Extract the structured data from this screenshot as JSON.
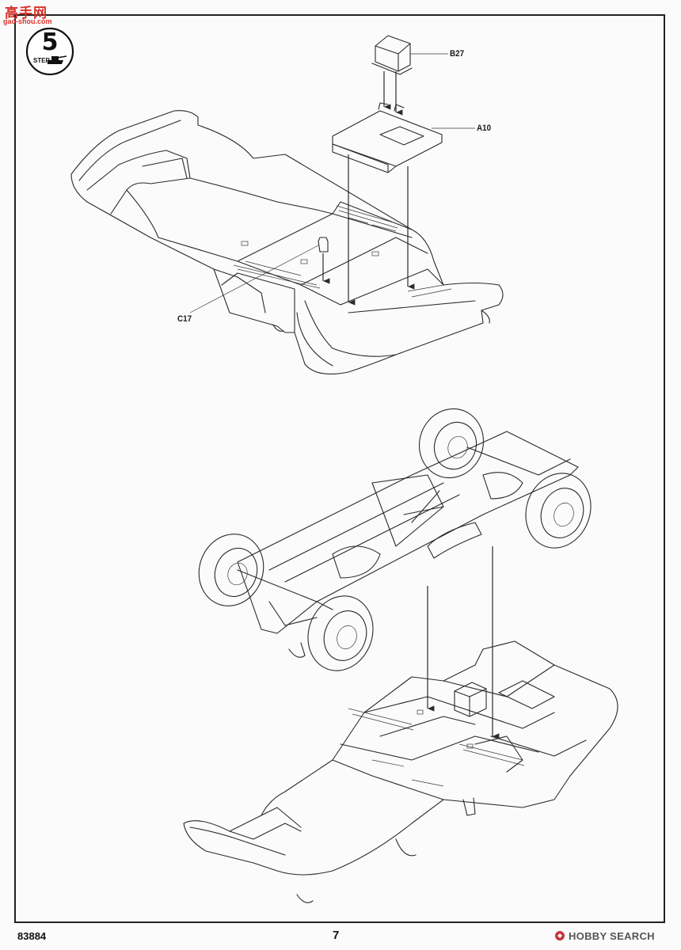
{
  "site_logo": {
    "chinese_text": "高手网",
    "url_text": "gao-shou.com"
  },
  "step": {
    "number": "5",
    "word": "STEP"
  },
  "parts": {
    "b27": "B27",
    "a10": "A10",
    "c17": "C17"
  },
  "footer": {
    "product_code": "83884",
    "page_number": "7"
  },
  "watermark": {
    "icon": "hobbysearch-logo-icon",
    "text": "HOBBY SEARCH"
  },
  "colors": {
    "ink": "#2a2a2a",
    "logo_red": "#d8322b",
    "paper": "#fbfbfc"
  }
}
